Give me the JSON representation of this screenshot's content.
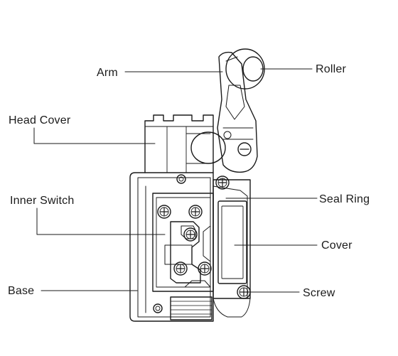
{
  "labels": {
    "arm": "Arm",
    "head_cover": "Head Cover",
    "inner_switch": "Inner Switch",
    "base": "Base",
    "roller": "Roller",
    "seal_ring": "Seal Ring",
    "cover": "Cover",
    "screw": "Screw"
  },
  "colors": {
    "line": "#1a1a1a",
    "background": "#ffffff"
  }
}
